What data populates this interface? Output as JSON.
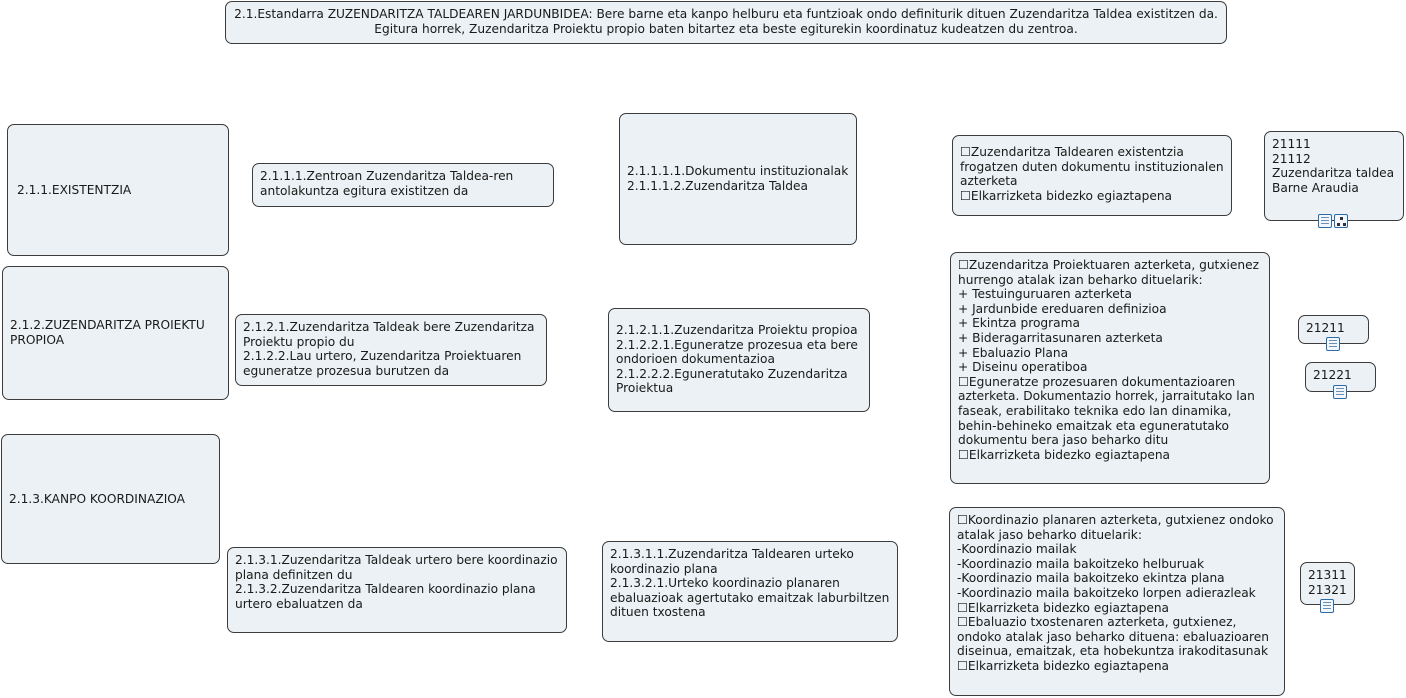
{
  "title": "2.1.Estandarra ZUZENDARITZA TALDEAREN JARDUNBIDEA: Bere barne eta kanpo helburu eta funtzioak ondo definiturik dituen Zuzendaritza Taldea existitzen da.\nEgitura horrek, Zuzendaritza Proiektu propio baten bitartez eta beste egiturekin koordinatuz kudeatzen du zentroa.",
  "rows": [
    {
      "heading": "2.1.1.EXISTENTZIA",
      "criteria": "2.1.1.1.Zentroan Zuzendaritza Taldea-ren\nantolakuntza egitura existitzen da",
      "indicators": "2.1.1.1.1.Dokumentu instituzionalak\n2.1.1.1.2.Zuzendaritza Taldea",
      "evidence": "☐Zuzendaritza Taldearen existentzia\nfrogatzen duten dokumentu instituzionalen\nazterketa\n☐Elkarrizketa bidezko egiaztapena",
      "codes": "21111\n21112\n Zuzendaritza taldea\nBarne Araudia"
    },
    {
      "heading": "2.1.2.ZUZENDARITZA PROIEKTU\nPROPIOA",
      "criteria": "2.1.2.1.Zuzendaritza Taldeak bere Zuzendaritza\nProiektu propio du\n2.1.2.2.Lau urtero, Zuzendaritza Proiektuaren\neguneratze prozesua burutzen da",
      "indicators": "2.1.2.1.1.Zuzendaritza Proiektu propioa\n2.1.2.2.1.Eguneratze prozesua eta bere\nondorioen dokumentazioa\n2.1.2.2.2.Eguneratutako Zuzendaritza\nProiektua",
      "evidence": "☐Zuzendaritza Proiektuaren azterketa, gutxienez\nhurrengo atalak izan beharko dituelarik:\n+ Testuinguruaren azterketa\n+ Jardunbide ereduaren definizioa\n+ Ekintza programa\n+ Bideragarritasunaren azterketa\n+ Ebaluazio Plana\n+ Diseinu operatiboa\n☐Eguneratze prozesuaren dokumentazioaren\nazterketa. Dokumentazio horrek, jarraitutako lan\nfaseak, erabilitako teknika edo lan dinamika,\nbehin-behineko emaitzak eta eguneratutako\ndokumentu bera jaso beharko ditu\n☐Elkarrizketa bidezko egiaztapena",
      "codes_a": "21211",
      "codes_b": "21221"
    },
    {
      "heading": "2.1.3.KANPO KOORDINAZIOA",
      "criteria": "2.1.3.1.Zuzendaritza Taldeak urtero bere koordinazio\n plana definitzen du\n2.1.3.2.Zuzendaritza Taldearen koordinazio plana\nurtero ebaluatzen da",
      "indicators": "2.1.3.1.1.Zuzendaritza Taldearen urteko\n koordinazio plana\n2.1.3.2.1.Urteko koordinazio planaren\nebaluazioak agertutako emaitzak laburbiltzen\ndituen txostena",
      "evidence": "☐Koordinazio planaren azterketa, gutxienez ondoko\natalak jaso beharko dituelarik:\n-Koordinazio mailak\n-Koordinazio maila bakoitzeko helburuak\n-Koordinazio maila bakoitzeko ekintza plana\n-Koordinazio maila bakoitzeko lorpen adierazleak\n☐Elkarrizketa bidezko egiaztapena\n☐Ebaluazio txostenaren azterketa, gutxienez,\nondoko atalak jaso beharko dituena: ebaluazioaren\ndiseinua, emaitzak, eta hobekuntza irakoditasunak\n☐Elkarrizketa bidezko egiaztapena",
      "codes": "21311\n21321"
    }
  ]
}
